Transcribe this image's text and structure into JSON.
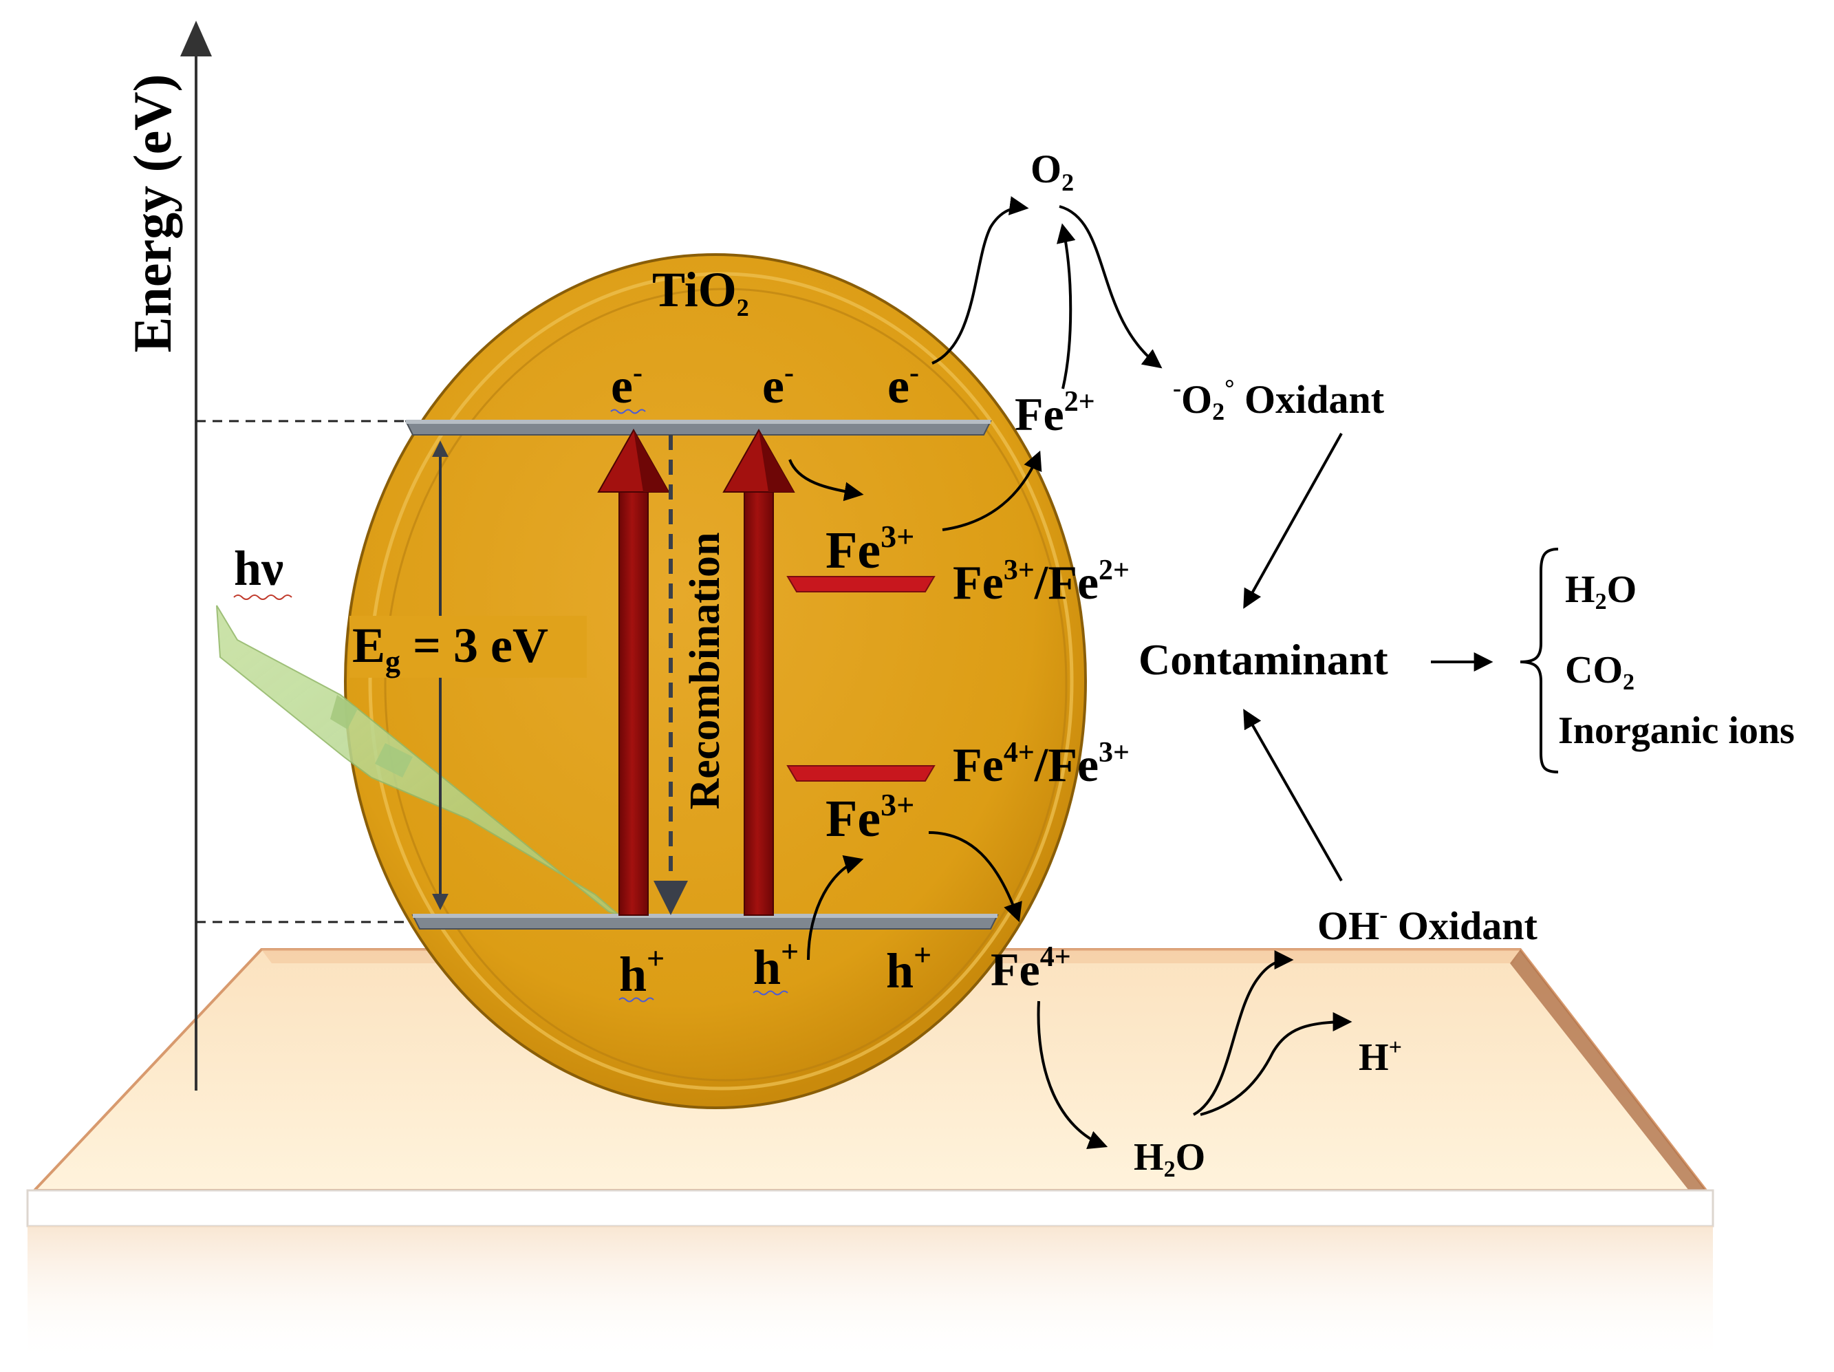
{
  "axis": {
    "label": "Energy (eV)"
  },
  "particle": {
    "label_main": "TiO",
    "label_sub": "2"
  },
  "light": {
    "label": "hν"
  },
  "bandgap": {
    "label_main": "E",
    "label_sub": "g",
    "label_rest": " = 3 eV"
  },
  "recombination": {
    "label": "Recombination"
  },
  "electrons": [
    {
      "symbol": "e",
      "charge": "-"
    },
    {
      "symbol": "e",
      "charge": "-"
    },
    {
      "symbol": "e",
      "charge": "-"
    }
  ],
  "holes": [
    {
      "symbol": "h",
      "charge": "+"
    },
    {
      "symbol": "h",
      "charge": "+"
    },
    {
      "symbol": "h",
      "charge": "+"
    }
  ],
  "iron": {
    "fe3_upper": {
      "main": "Fe",
      "sup": "3+"
    },
    "fe3_lower": {
      "main": "Fe",
      "sup": "3+"
    },
    "fe2": {
      "main": "Fe",
      "sup": "2+"
    },
    "fe4": {
      "main": "Fe",
      "sup": "4+"
    },
    "level_upper": {
      "a": "Fe",
      "a_sup": "3+",
      "b": "/Fe",
      "b_sup": "2+"
    },
    "level_lower": {
      "a": "Fe",
      "a_sup": "4+",
      "b": "/Fe",
      "b_sup": "3+"
    }
  },
  "species": {
    "o2": {
      "main": "O",
      "sub": "2"
    },
    "superoxide": {
      "pre": "-",
      "main": "O",
      "sub": "2",
      "sup": "°",
      "rest": " Oxidant"
    },
    "hydroxyl": {
      "main": "OH",
      "sup": "-",
      "rest": " Oxidant"
    },
    "water": {
      "a": "H",
      "sub": "2",
      "b": "O"
    },
    "proton": {
      "main": "H",
      "sup": "+"
    },
    "contaminant": "Contaminant"
  },
  "products": {
    "water": {
      "a": "H",
      "sub": "2",
      "b": "O"
    },
    "co2": {
      "a": "CO",
      "sub": "2"
    },
    "ions": "Inorganic ions"
  },
  "colors": {
    "particle_fill": "#E0A21B",
    "particle_edge": "#8A5E08",
    "band": "#7F8790",
    "excitation_arrow": "#8B0A0A",
    "fe_level": "#C8171E",
    "substrate": "#FCDDB0",
    "beam": "#B9D98E"
  }
}
